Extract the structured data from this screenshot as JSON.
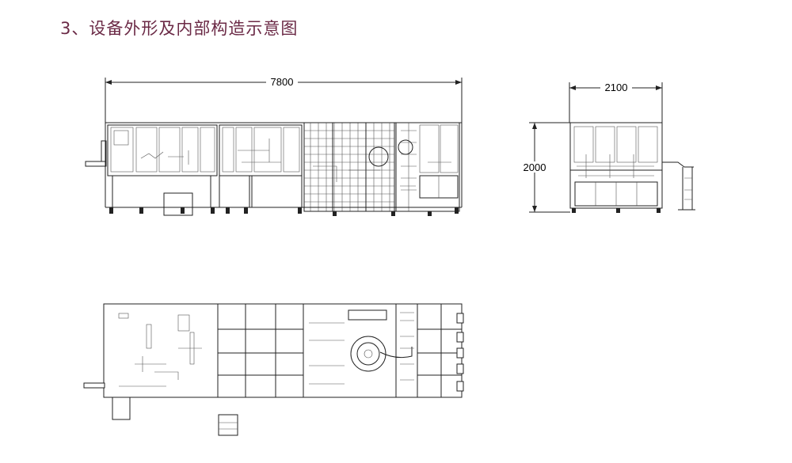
{
  "title": "3、设备外形及内部构造示意图",
  "views": {
    "front": {
      "dimension_width": "7800"
    },
    "side": {
      "dimension_width": "2100",
      "dimension_height": "2000"
    },
    "top": {}
  },
  "colors": {
    "title": "#6b2a46",
    "lines": "#222222"
  }
}
